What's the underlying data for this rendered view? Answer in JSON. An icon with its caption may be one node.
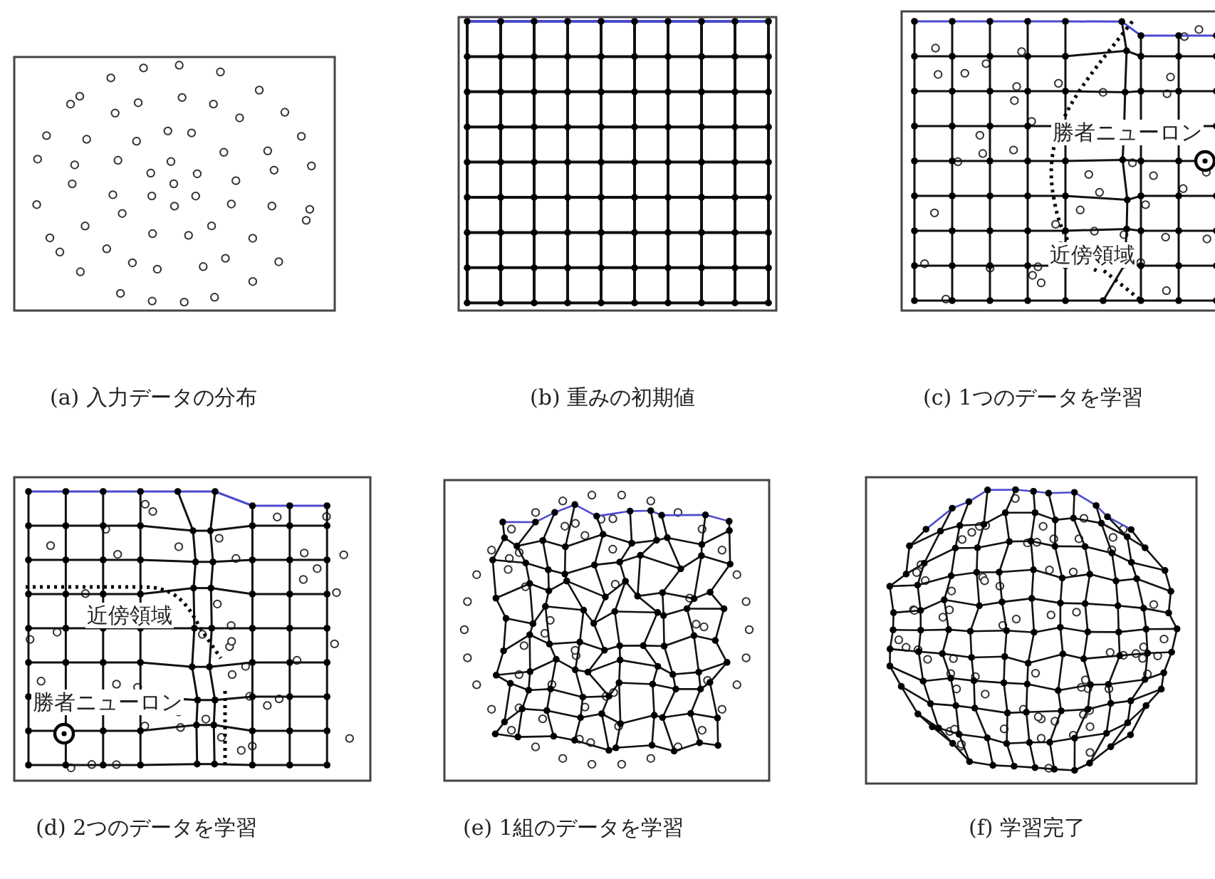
{
  "diagram": {
    "labels": [
      "勝者ニューロン",
      "近傍領域",
      "(a) 入力データの分布",
      "(b) 重みの初期値",
      "(c) 1つのデータを学習",
      "近傍領域",
      "勝者ニューロン",
      "(d) 2つのデータを学習",
      "(e) 1組のデータを学習",
      "(f) 学習完了"
    ]
  }
}
